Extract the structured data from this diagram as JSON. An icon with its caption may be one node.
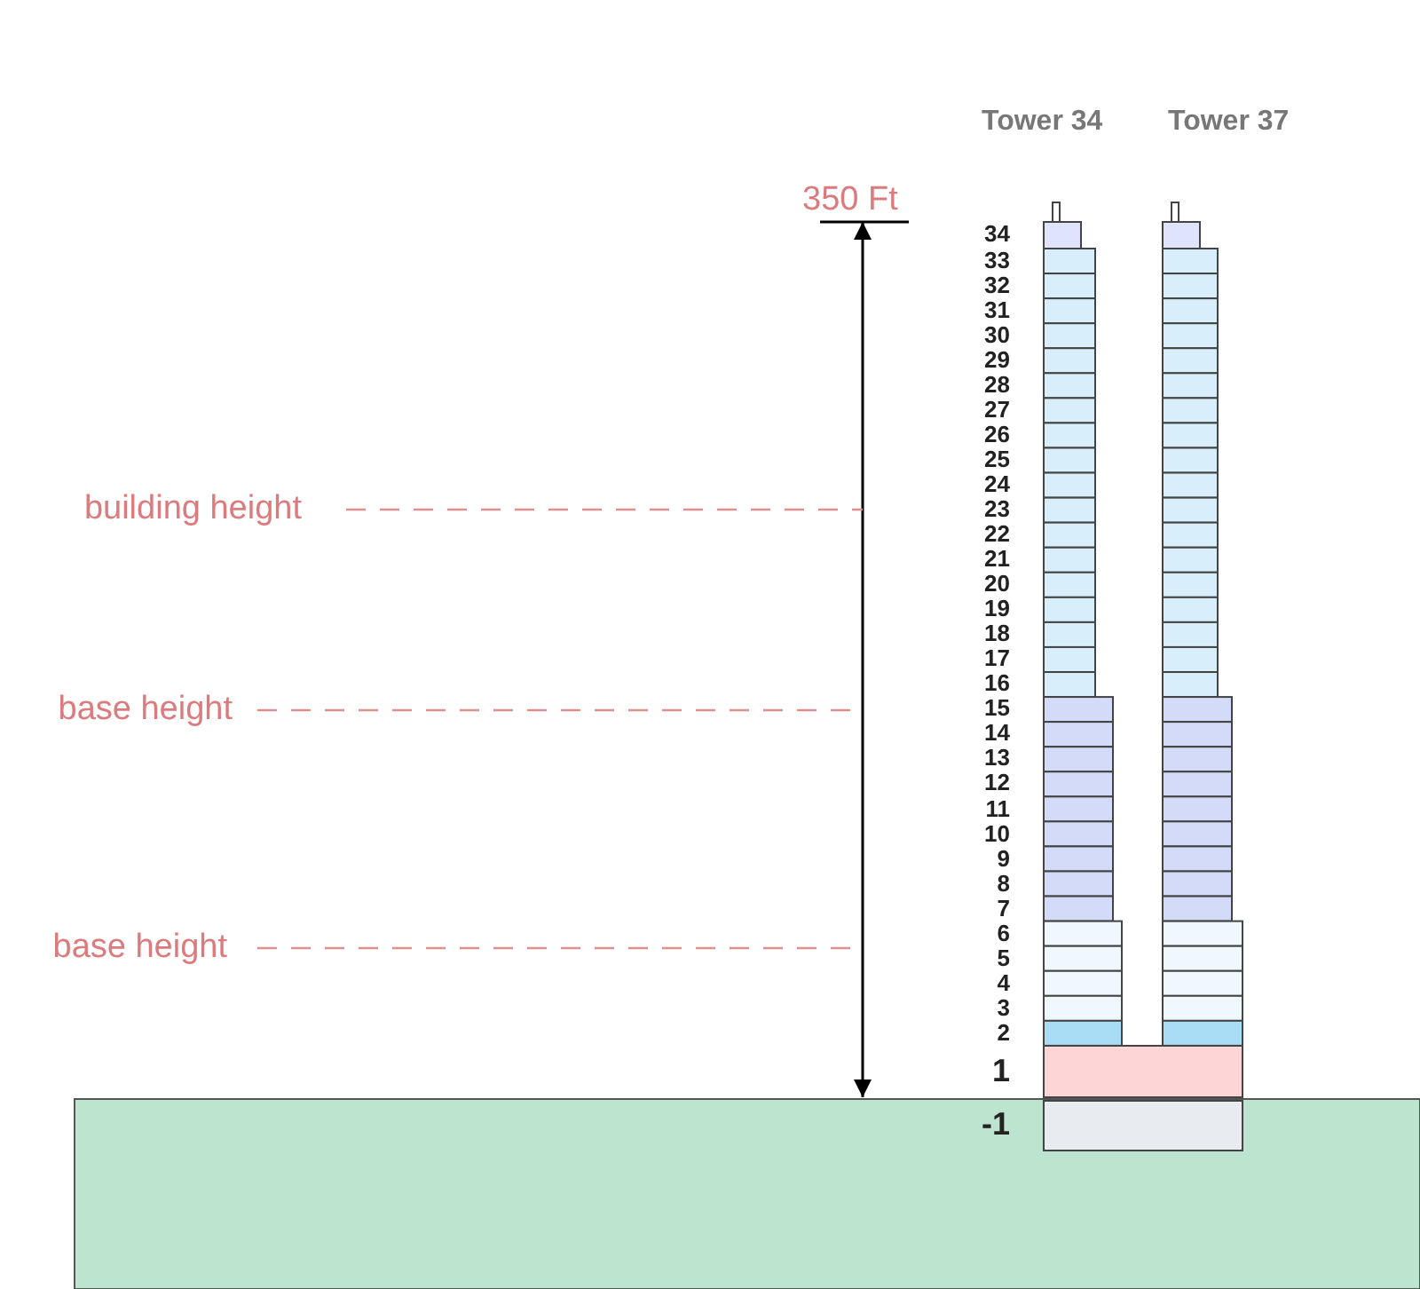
{
  "diagram": {
    "labels": [
      "Tower 34",
      "Tower 37",
      "350 Ft",
      "building height",
      "base height",
      "base height",
      "34",
      "33",
      "32",
      "31",
      "30",
      "29",
      "28",
      "27",
      "26",
      "25",
      "24",
      "23",
      "22",
      "21",
      "20",
      "19",
      "18",
      "17",
      "16",
      "15",
      "14",
      "13",
      "12",
      "11",
      "10",
      "9",
      "8",
      "7",
      "6",
      "5",
      "4",
      "3",
      "2",
      "1",
      "-1"
    ]
  }
}
